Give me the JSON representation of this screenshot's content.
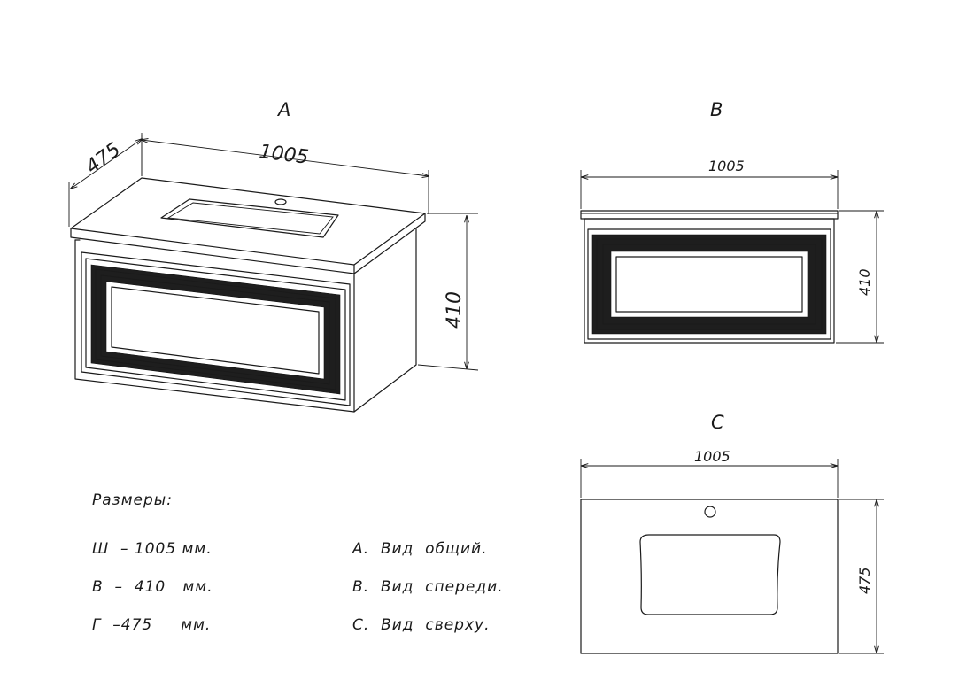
{
  "views": {
    "a_label": "A",
    "b_label": "B",
    "c_label": "C"
  },
  "dimensions": {
    "a_width": "1005",
    "a_depth": "475",
    "a_height": "410",
    "b_width": "1005",
    "b_height": "410",
    "c_width": "1005",
    "c_depth": "475"
  },
  "notes": {
    "title": "Размеры:",
    "w": "Ш  – 1005 мм.",
    "h": "В  –  410   мм.",
    "d": "Г  –475     мм.",
    "view_a": "А.  Вид  общий.",
    "view_b": "В.  Вид  спереди.",
    "view_c": "С.  Вид  сверху."
  }
}
